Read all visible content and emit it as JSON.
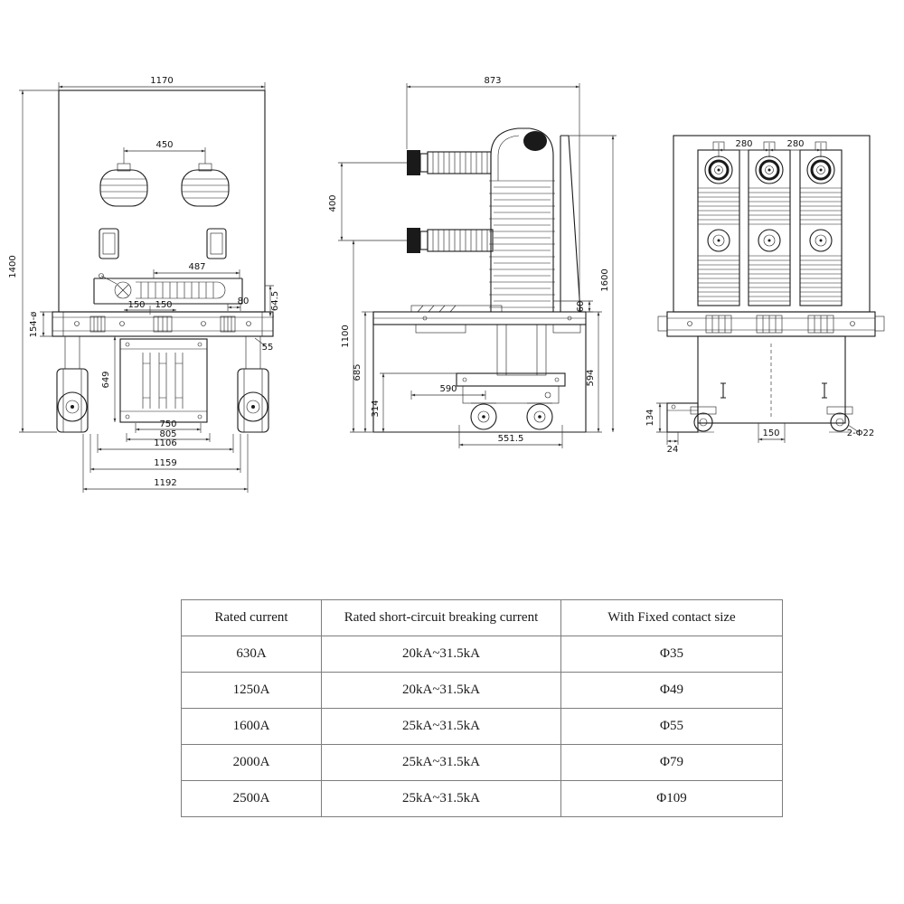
{
  "views": {
    "front": {
      "dims": {
        "overall_width": "1170",
        "bushing_spacing": "450",
        "linkage_width": "487",
        "offset_80": "80",
        "pitch_150_a": "150",
        "pitch_150_b": "150",
        "edge_64_5": "64.5",
        "gap_55": "55",
        "overall_height": "1400",
        "hole_154": "154-ø",
        "frame_height_649": "649",
        "width_750": "750",
        "width_805": "805",
        "width_1106": "1106",
        "width_1159": "1159",
        "width_1192": "1192"
      }
    },
    "side": {
      "dims": {
        "overall_depth": "873",
        "arm_spacing_400": "400",
        "height_1100": "1100",
        "height_685": "685",
        "height_314": "314",
        "width_590": "590",
        "length_551_5": "551.5",
        "height_594": "594",
        "overall_height_1600": "1600",
        "offset_60": "60"
      }
    },
    "rear": {
      "dims": {
        "pole_pitch_a": "280",
        "pole_pitch_b": "280",
        "height_134": "134",
        "offset_24": "24",
        "width_150": "150",
        "mounting_holes": "2-Φ22"
      }
    }
  },
  "table": {
    "headers": [
      "Rated current",
      "Rated short-circuit breaking current",
      "With Fixed contact size"
    ],
    "rows": [
      [
        "630A",
        "20kA~31.5kA",
        "Φ35"
      ],
      [
        "1250A",
        "20kA~31.5kA",
        "Φ49"
      ],
      [
        "1600A",
        "25kA~31.5kA",
        "Φ55"
      ],
      [
        "2000A",
        "25kA~31.5kA",
        "Φ79"
      ],
      [
        "2500A",
        "25kA~31.5kA",
        "Φ109"
      ]
    ]
  }
}
